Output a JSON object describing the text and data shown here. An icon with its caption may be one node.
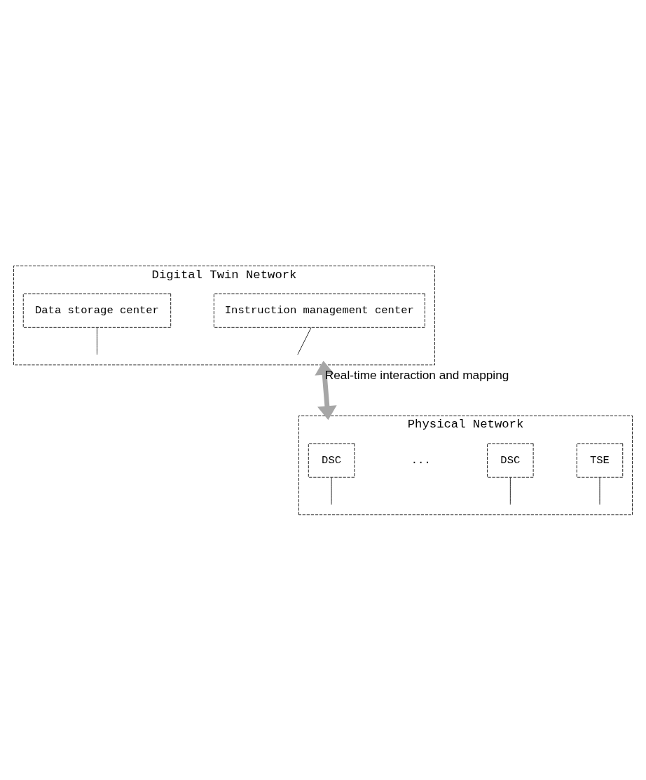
{
  "diagram": {
    "nodes": [
      {
        "text": [
          "Digital Twin Network"
        ]
      },
      {
        "text": [
          "Instruction management center"
        ],
        "in": 0
      },
      {
        "text": [
          "Data storage center"
        ],
        "in": 0
      },
      {
        "text": [
          "Physical Network"
        ]
      },
      {
        "text": [
          "DSC"
        ],
        "in": 3
      },
      {
        "text": [
          "DSC"
        ],
        "in": 3
      },
      {
        "text": [
          "TSE"
        ],
        "in": 3
      }
    ],
    "edges": [
      {
        "from": 1,
        "to": null,
        "arrow": "none"
      },
      {
        "from": 2,
        "to": null,
        "arrow": "none"
      },
      {
        "from": 0,
        "to": 3,
        "arrow": "both",
        "label": "Real-time interaction and mapping",
        "style": "thick",
        "color": "#a6a6a6"
      },
      {
        "from": 4,
        "to": null,
        "arrow": "none"
      },
      {
        "from": 5,
        "to": null,
        "arrow": "none"
      },
      {
        "from": 6,
        "to": null,
        "arrow": "none"
      }
    ],
    "labels": [
      "..."
    ]
  }
}
